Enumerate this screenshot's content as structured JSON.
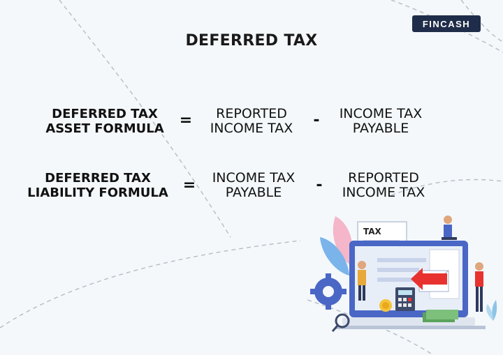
{
  "brand": {
    "name": "FINCASH"
  },
  "title": "DEFERRED TAX",
  "formulas": [
    {
      "label": [
        "DEFERRED TAX",
        "ASSET FORMULA"
      ],
      "equals": "=",
      "term1": [
        "REPORTED",
        "INCOME TAX"
      ],
      "minus": "-",
      "term2": [
        "INCOME TAX",
        "PAYABLE"
      ]
    },
    {
      "label": [
        "DEFERRED TAX",
        "LIABILITY FORMULA"
      ],
      "equals": "=",
      "term1": [
        "INCOME TAX",
        "PAYABLE"
      ],
      "minus": "-",
      "term2": [
        "REPORTED",
        "INCOME TAX"
      ]
    }
  ],
  "illustration": {
    "document_label": "TAX"
  },
  "colors": {
    "accent_red": "#e8322f",
    "monitor_blue": "#4a67c6",
    "logo_bg": "#1f2d4a"
  }
}
